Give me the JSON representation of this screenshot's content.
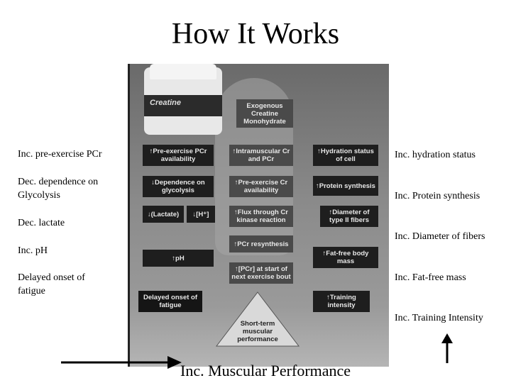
{
  "title": "How It Works",
  "left_labels": [
    "Inc. pre-exercise PCr",
    "Dec. dependence on",
    "Glycolysis",
    "Dec. lactate",
    "Inc. pH",
    "Delayed onset of",
    "fatigue"
  ],
  "right_labels": [
    "Inc. hydration status",
    "Inc. Protein synthesis",
    "Inc. Diameter of fibers",
    "Inc. Fat-free mass",
    "Inc. Training Intensity"
  ],
  "bottom_text": "Inc. Muscular Performance",
  "diagram": {
    "jar_text": "Creatine",
    "top": "Exogenous Creatine Monohydrate",
    "col_left": [
      "↑Pre-exercise PCr availability",
      "↓Dependence on glycolysis",
      "↓(Lactate)",
      "↓[H⁺]",
      "↑pH",
      "Delayed onset of fatigue"
    ],
    "col_mid": [
      "↑Intramuscular Cr and PCr",
      "↑Pre-exercise Cr availability",
      "↑Flux through Cr kinase reaction",
      "↑PCr resynthesis",
      "↑[PCr] at start of next exercise bout"
    ],
    "col_right": [
      "↑Hydration status of cell",
      "↑Protein synthesis",
      "↑Diameter of type II fibers",
      "↑Fat-free body mass",
      "↑Training intensity"
    ],
    "bottom": "Short-term muscular performance"
  }
}
